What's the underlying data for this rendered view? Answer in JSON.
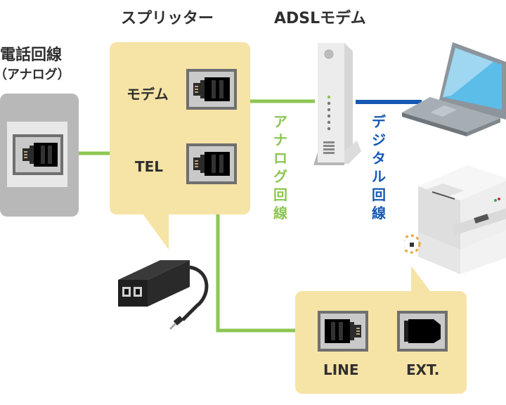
{
  "titles": {
    "phone_line": "電話回線",
    "phone_line_sub": "（アナログ）",
    "splitter": "スプリッター",
    "adsl_modem": "ADSLモデム"
  },
  "splitter_box": {
    "modem_port_label": "モデム",
    "tel_port_label": "TEL"
  },
  "line_labels": {
    "analog": "アナログ回線",
    "digital": "デジタル回線"
  },
  "device_ports": {
    "line_label": "LINE",
    "ext_label": "EXT."
  },
  "colors": {
    "analog_line": "#8cc653",
    "digital_line": "#1558b3",
    "callout_bg": "#f6e3a6",
    "text": "#2f2f2f"
  },
  "icons": [
    "wall-jack-icon",
    "rj11-port-icon",
    "splitter-device-icon",
    "adsl-modem-icon",
    "laptop-icon",
    "multifunction-printer-icon"
  ]
}
